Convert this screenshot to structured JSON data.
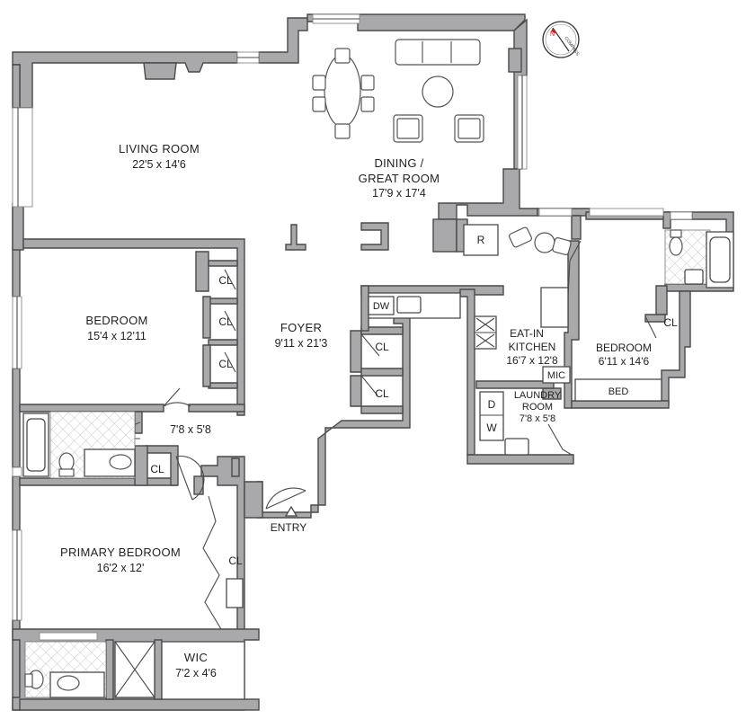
{
  "rooms": {
    "living": {
      "name": "LIVING ROOM",
      "dim": "22'5 x 14'6"
    },
    "dining": {
      "name1": "DINING /",
      "name2": "GREAT ROOM",
      "dim": "17'9 x 17'4"
    },
    "bedroom1": {
      "name": "BEDROOM",
      "dim": "15'4 x 12'11"
    },
    "foyer": {
      "name": "FOYER",
      "dim": "9'11 x 21'3"
    },
    "kitchen": {
      "name1": "EAT-IN",
      "name2": "KITCHEN",
      "dim": "16'7 x 12'8"
    },
    "bedroom2": {
      "name": "BEDROOM",
      "dim": "6'11 x 14'6"
    },
    "laundry": {
      "name1": "LAUNDRY",
      "name2": "ROOM",
      "dim": "7'8 x 5'8"
    },
    "hall": {
      "dim": "7'8 x 5'8"
    },
    "primary": {
      "name": "PRIMARY BEDROOM",
      "dim": "16'2 x 12'"
    },
    "wic": {
      "name": "WIC",
      "dim": "7'2 x 4'6"
    }
  },
  "labels": {
    "closet": "CL",
    "dishwasher": "DW",
    "refrigerator": "R",
    "microwave": "MIC",
    "bed": "BED",
    "dryer": "D",
    "washer": "W",
    "entry": "ENTRY"
  },
  "compass": {
    "text": "COMPASS",
    "north": "N"
  },
  "colors": {
    "wall": "#a9a9ab",
    "line": "#4a4a4a",
    "background": "#ffffff"
  }
}
